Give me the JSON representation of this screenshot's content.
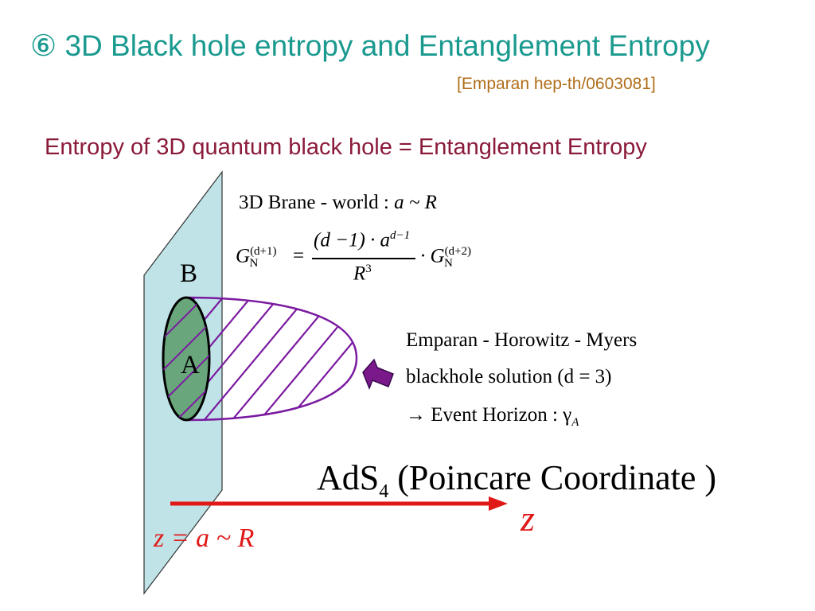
{
  "slide": {
    "title": "⑥ 3D Black hole entropy and Entanglement Entropy",
    "reference": "[Emparan hep-th/0603081]",
    "subtitle": "Entropy of 3D quantum black hole = Entanglement Entropy"
  },
  "formulas": {
    "brane_world_text": "3D Brane - world :",
    "brane_world_rel": "a ~ R",
    "newton_lhs": "G",
    "newton_lhs_sup": "(d+1)",
    "newton_lhs_sub": "N",
    "eq_sign": "=",
    "numerator": "(d −1) · a",
    "numerator_sup": "d−1",
    "denominator": "R",
    "denominator_sup": "3",
    "newton_rhs": "· G",
    "newton_rhs_sup": "(d+2)",
    "newton_rhs_sub": "N"
  },
  "annotation": {
    "line1": "Emparan - Horowitz - Myers",
    "line2": "blackhole solution (d = 3)",
    "line3": "→ Event Horizon : γ",
    "line3_sub": "A"
  },
  "diagram": {
    "label_B": "B",
    "label_A": "A",
    "ads_label": "AdS",
    "ads_sub": "4",
    "ads_rest": " (Poincare Coordinate )",
    "axis_label": "z",
    "boundary_eq": "z = a ~ R",
    "colors": {
      "brane_fill": "#bfe3e6",
      "region_A_fill": "#6aa67c",
      "hatch": "#7a1aa0",
      "arrow_red": "#e01818",
      "pointer_purple": "#7a1a8a"
    }
  }
}
